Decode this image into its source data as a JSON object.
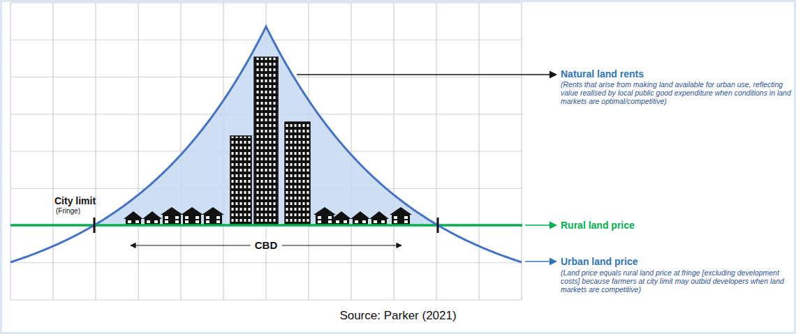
{
  "diagram": {
    "caption": "Source: Parker (2021)",
    "labels": [
      "City limit",
      "(Fringe)",
      "CBD",
      "Natural land rents",
      "(Rents that arise from making land available for urban use, reflecting value realised by local public good expenditure when conditions in land markets are optimal/competitive)",
      "Rural land price",
      "Urban land price",
      "(Land price equals rural land price at fringe [excluding development costs] because farmers at city limit may outbid developers when land markets are competitive)"
    ]
  }
}
